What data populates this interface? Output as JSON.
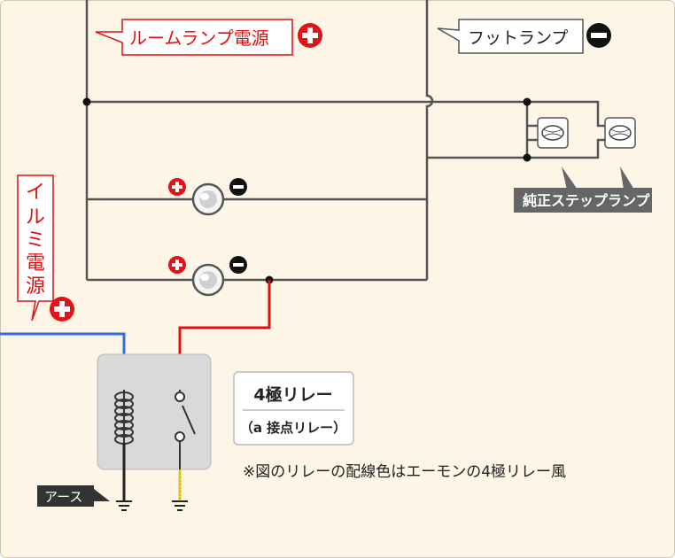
{
  "labels": {
    "room_lamp_power": "ルームランプ電源",
    "foot_lamp": "フットランプ",
    "illumi_power": "イルミ電源",
    "stock_step_lamp": "純正ステップランプ",
    "earth": "アース",
    "relay_title": "4極リレー",
    "relay_subtitle": "（a 接点リレー）",
    "note": "※図のリレーの配線色はエーモンの4極リレー風"
  },
  "illumi_power_chars": [
    "イ",
    "ル",
    "ミ",
    "電",
    "源"
  ],
  "polarity": {
    "plus": "+",
    "minus": "−"
  },
  "colors": {
    "background": "#fdf6e6",
    "wire_gray": "#555555",
    "wire_red": "#e01010",
    "wire_blue": "#2f6ee0",
    "wire_yellow": "#f0d000",
    "wire_black": "#222222",
    "plus_badge": "#e0141a",
    "minus_badge": "#111111",
    "relay_body": "#d9d9d9",
    "label_dark_bg": "#666666"
  },
  "icons": {
    "plus": "plus-circle-icon",
    "minus": "minus-circle-icon",
    "bulb": "bulb-icon",
    "switch": "switch-button-icon",
    "ground": "ground-icon",
    "coil": "coil-icon"
  }
}
